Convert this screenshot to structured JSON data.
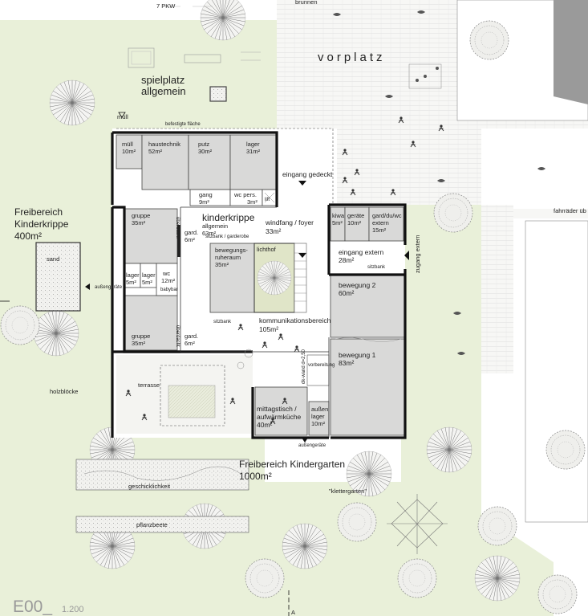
{
  "plan": {
    "title": "E00_",
    "scale": "1.200",
    "section_marker": "A",
    "site_labels": {
      "parking": "7 PKW",
      "fountain": "brunnen",
      "forecourt": "vorplatz",
      "playground_line1": "spielplatz",
      "playground_line2": "allgemein",
      "waste": "müll",
      "paved_area": "befestigte fläche",
      "entrance_covered": "eingang gedeckt",
      "krippe_outdoor_line1": "Freibereich",
      "krippe_outdoor_line2": "Kinderkrippe",
      "krippe_outdoor_area": "400m²",
      "sand": "sand",
      "outdoor_equipment_1": "außengeräte",
      "outdoor_equipment_2": "außengeräte",
      "wood_blocks": "holzblöcke",
      "terrace": "terrasse",
      "kindergarten_outdoor_line1": "Freibereich Kindergarten",
      "kindergarten_outdoor_line2": "1000m²",
      "climbing_garden": "\"klettergarten\"",
      "skill": "geschicklichkeit",
      "plant_beds": "pflanzbeete",
      "bicycles": "fahrräder üb",
      "access_external": "zugang extern",
      "seating_1": "sitzbank",
      "seating_2": "sitzbank",
      "seating_3": "sitzbank / garderobe",
      "baby_bath": "babybar",
      "covered_1": "überdacht",
      "covered_2": "überdacht",
      "prep": "vorbereitung",
      "wall_note": "dk-wand d=2,50"
    },
    "rooms": {
      "muell": {
        "name": "müll",
        "area": "10m²"
      },
      "haustechnik": {
        "name": "haustechnik",
        "area": "52m²"
      },
      "putz": {
        "name": "putz",
        "area": "30m²"
      },
      "lager_top": {
        "name": "lager",
        "area": "31m²"
      },
      "gang": {
        "name": "gang",
        "area": "9m²"
      },
      "wc_pers": {
        "name": "wc pers.",
        "area": "3m²"
      },
      "lift": {
        "name": "lift"
      },
      "gruppe_1": {
        "name": "gruppe",
        "area": "35m²"
      },
      "gruppe_2": {
        "name": "gruppe",
        "area": "35m²"
      },
      "gard_1": {
        "name": "gard.",
        "area": "6m²"
      },
      "gard_2": {
        "name": "gard.",
        "area": "6m²"
      },
      "kinderkrippe": {
        "name": "kinderkrippe",
        "sub": "allgemein",
        "area": "63m²"
      },
      "bewegung_ruhe": {
        "name_line1": "bewegungs-",
        "name_line2": "ruheraum",
        "area": "35m²"
      },
      "lichthof": {
        "name": "lichthof"
      },
      "lager_a": {
        "name": "lager",
        "area": "5m²"
      },
      "lager_b": {
        "name": "lager",
        "area": "5m²"
      },
      "wc": {
        "name": "wc",
        "area": "12m²"
      },
      "windfang": {
        "name": "windfang / foyer",
        "area": "33m²"
      },
      "kiwa": {
        "name": "kiwa",
        "area": "5m²"
      },
      "geraete": {
        "name": "geräte",
        "area": "10m²"
      },
      "gard_du_wc": {
        "name_line1": "gard/du/wc",
        "name_line2": "extern",
        "area": "15m²"
      },
      "eingang_extern": {
        "name": "eingang extern",
        "area": "28m²"
      },
      "bewegung_2": {
        "name": "bewegung 2",
        "area": "60m²"
      },
      "bewegung_1": {
        "name": "bewegung 1",
        "area": "83m²"
      },
      "kommunikation": {
        "name": "kommunikationsbereich",
        "area": "105m²"
      },
      "mittagstisch": {
        "name_line1": "mittagstisch /",
        "name_line2": "aufwärmküche",
        "area": "40m²"
      },
      "aussenlager": {
        "name_line1": "außen",
        "name_line2": "lager",
        "area": "10m²"
      }
    }
  }
}
